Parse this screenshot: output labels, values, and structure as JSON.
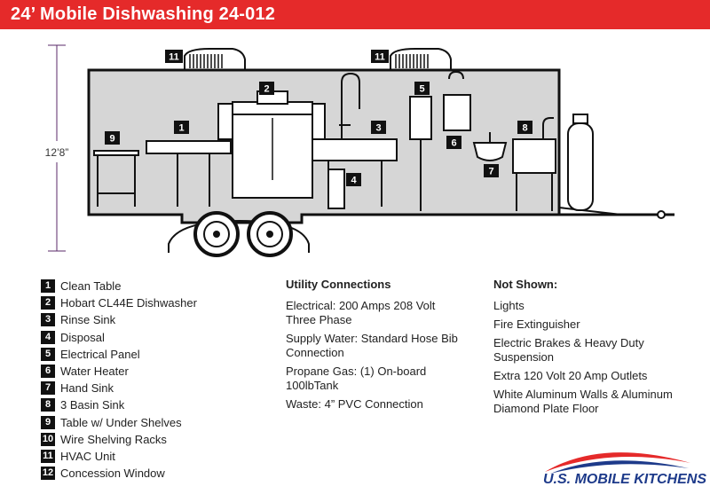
{
  "header": {
    "title": "24’ Mobile Dishwashing 24-012"
  },
  "dimension": {
    "height_label": "12’8”"
  },
  "callouts": [
    "1",
    "2",
    "3",
    "4",
    "5",
    "6",
    "7",
    "8",
    "9",
    "11",
    "11"
  ],
  "legend": [
    {
      "num": "1",
      "label": "Clean Table"
    },
    {
      "num": "2",
      "label": "Hobart CL44E Dishwasher"
    },
    {
      "num": "3",
      "label": "Rinse Sink"
    },
    {
      "num": "4",
      "label": "Disposal"
    },
    {
      "num": "5",
      "label": "Electrical Panel"
    },
    {
      "num": "6",
      "label": "Water Heater"
    },
    {
      "num": "7",
      "label": "Hand Sink"
    },
    {
      "num": "8",
      "label": "3 Basin Sink"
    },
    {
      "num": "9",
      "label": "Table w/ Under Shelves"
    },
    {
      "num": "10",
      "label": "Wire Shelving Racks"
    },
    {
      "num": "11",
      "label": "HVAC Unit"
    },
    {
      "num": "12",
      "label": "Concession Window"
    }
  ],
  "utility": {
    "title": "Utility Connections",
    "items": [
      "Electrical: 200 Amps 208 Volt Three Phase",
      "Supply Water: Standard Hose Bib Connection",
      "Propane Gas: (1) On-board 100lbTank",
      "Waste: 4” PVC Connection"
    ]
  },
  "not_shown": {
    "title": "Not Shown:",
    "items": [
      "Lights",
      "Fire Extinguisher",
      "Electric Brakes & Heavy Duty Suspension",
      "Extra 120 Volt 20 Amp Outlets",
      "White Aluminum Walls & Aluminum Diamond Plate Floor"
    ]
  },
  "logo": {
    "text": "U.S. MOBILE KITCHENS"
  },
  "colors": {
    "header_red": "#e52a2a",
    "trailer_interior": "#d6d6d6",
    "brand_blue": "#1d3a8a"
  }
}
